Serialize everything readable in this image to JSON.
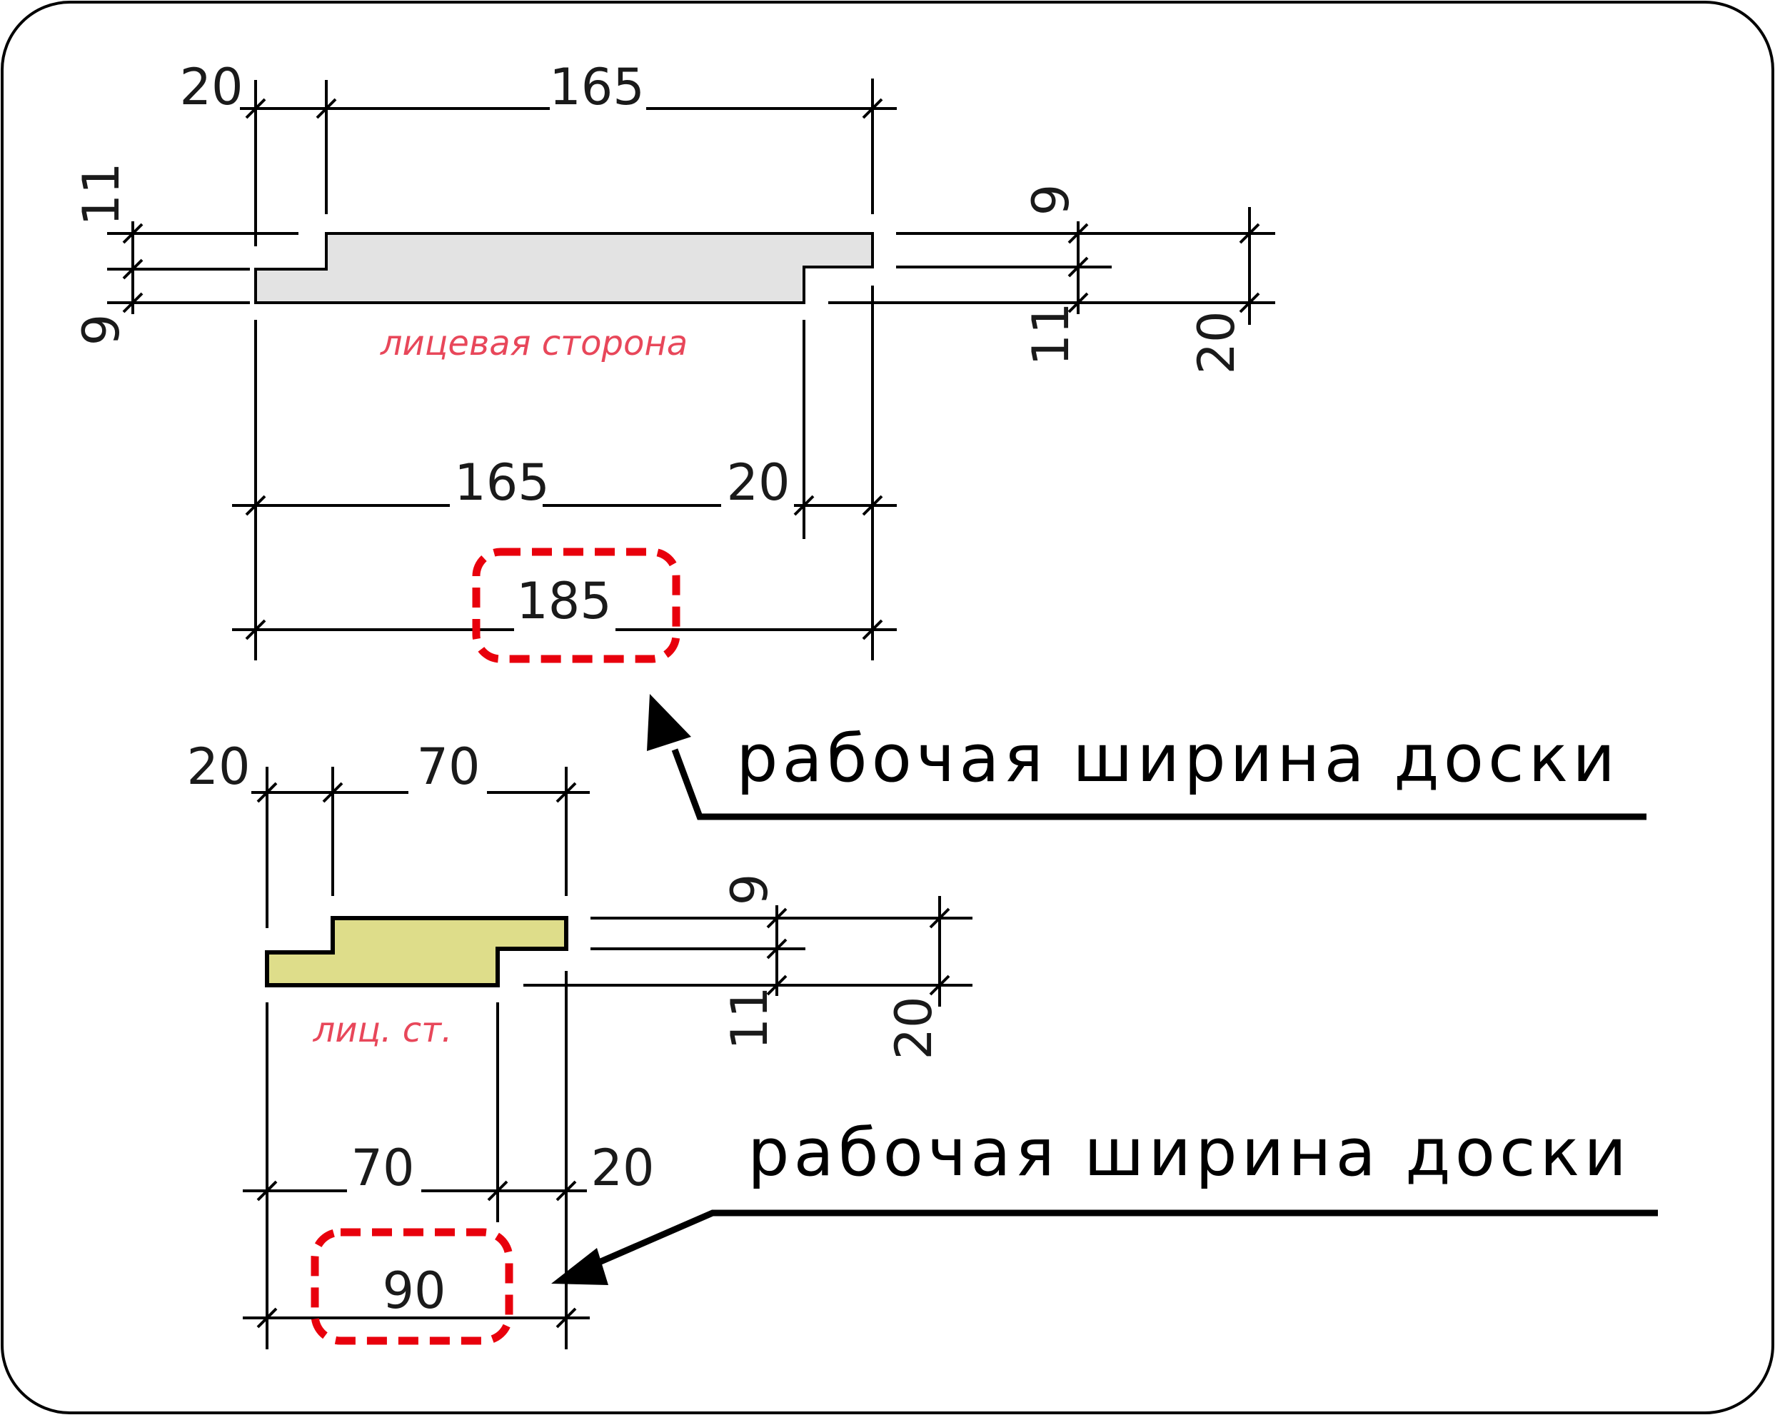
{
  "colors": {
    "frame": "#000000",
    "board_large_fill": "#e3e3e3",
    "board_small_fill": "#dedd8a",
    "face_label": "#e8475a",
    "highlight": "#e8000c"
  },
  "large_board": {
    "top_dims": {
      "left_offset": "20",
      "top_width": "165"
    },
    "left_dims": {
      "upper": "11",
      "lower": "9"
    },
    "right_dims": {
      "top": "9",
      "middle": "11",
      "total": "20"
    },
    "face_label": "лицевая сторона",
    "bottom_dims": {
      "width": "165",
      "offset": "20",
      "working_width": "185"
    },
    "callout": "рабочая ширина доски"
  },
  "small_board": {
    "top_dims": {
      "left_offset": "20",
      "top_width": "70"
    },
    "right_dims": {
      "top": "9",
      "middle": "11",
      "total": "20"
    },
    "face_label": "лиц. ст.",
    "bottom_dims": {
      "width": "70",
      "offset": "20",
      "working_width": "90"
    },
    "callout": "рабочая ширина доски"
  }
}
